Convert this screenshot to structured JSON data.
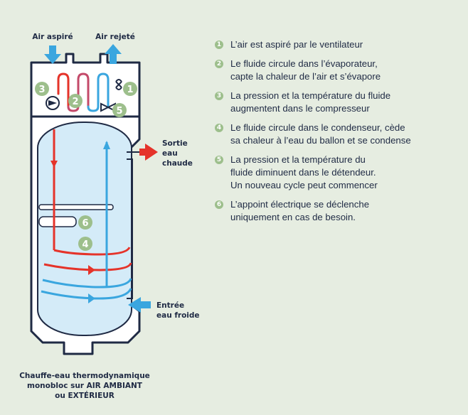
{
  "labels": {
    "air_in": "Air aspiré",
    "air_out": "Air rejeté",
    "hot_out_1": "Sortie",
    "hot_out_2": "eau",
    "hot_out_3": "chaude",
    "cold_in_1": "Entrée",
    "cold_in_2": "eau froide",
    "caption_1": "Chauffe-eau thermodynamique",
    "caption_2": "monobloc sur AIR AMBIANT",
    "caption_3": "ou EXTÉRIEUR"
  },
  "markers": [
    "1",
    "2",
    "3",
    "4",
    "5",
    "6"
  ],
  "steps": [
    {
      "num": "1",
      "text": "L’air est aspiré par le ventilateur"
    },
    {
      "num": "2",
      "text": "Le fluide circule dans l’évaporateur,\ncapte la chaleur de l’air et s’évapore"
    },
    {
      "num": "3",
      "text": "La pression et la température du fluide\naugmentent dans le compresseur"
    },
    {
      "num": "4",
      "text": "Le fluide circule dans le condenseur, cède\nsa chaleur à l’eau du ballon et se condense"
    },
    {
      "num": "5",
      "text": "La pression et la température du\nfluide diminuent dans le détendeur.\nUn nouveau cycle peut commencer"
    },
    {
      "num": "6",
      "text": "L’appoint électrique se déclenche\nuniquement en cas de besoin."
    }
  ],
  "colors": {
    "background": "#e6ede1",
    "outline": "#1f2a44",
    "tank_water": "#d4ebf8",
    "hot": "#e5332a",
    "cold": "#3aa6df",
    "badge": "#9dbf8c"
  }
}
